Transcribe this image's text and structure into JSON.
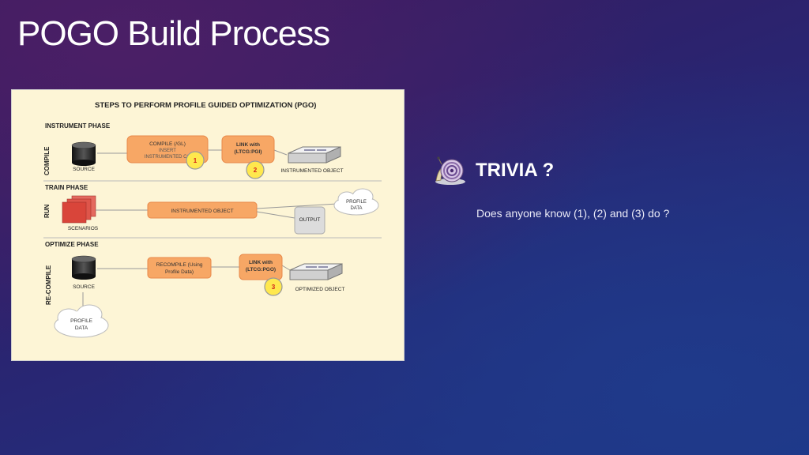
{
  "slide": {
    "title": "POGO Build Process"
  },
  "diagram": {
    "heading": "STEPS TO PERFORM PROFILE GUIDED OPTIMIZATION (PGO)",
    "instrument": {
      "phase_label": "INSTRUMENT PHASE",
      "side_label": "COMPILE",
      "source_label": "SOURCE",
      "compile_line1": "COMPILE (/GL)",
      "compile_line2": "INSERT",
      "compile_line3": "INSTRUMENTED CO",
      "link_line1": "LINK with",
      "link_line2": "(LTCG:PGI)",
      "output_label": "INSTRUMENTED OBJECT",
      "marker1": "1",
      "marker2": "2"
    },
    "train": {
      "phase_label": "TRAIN PHASE",
      "side_label": "RUN",
      "scenarios_label": "SCENARIOS",
      "box_label": "INSTRUMENTED OBJECT",
      "profile_line1": "PROFILE",
      "profile_line2": "DATA",
      "output_label": "OUTPUT"
    },
    "optimize": {
      "phase_label": "OPTIMIZE PHASE",
      "side_label": "RE-COMPILE",
      "source_label": "SOURCE",
      "recompile_line1": "RECOMPILE (Using",
      "recompile_line2": "Profile Data)",
      "link_line1": "LINK with",
      "link_line2": "(LTCG:PGO)",
      "output_label": "OPTIMIZED OBJECT",
      "marker3": "3",
      "profile_line1": "PROFILE",
      "profile_line2": "DATA"
    }
  },
  "trivia": {
    "title": "TRIVIA ?",
    "icon": "snail-shell-icon",
    "question": "Does anyone know (1), (2) and (3) do ?"
  },
  "colors": {
    "orange_box": "#f7a765",
    "orange_border": "#e8894a",
    "marker_fill": "#ffe84d",
    "panel_bg": "#fdf5d6",
    "scenario_red": "#d9453a"
  }
}
